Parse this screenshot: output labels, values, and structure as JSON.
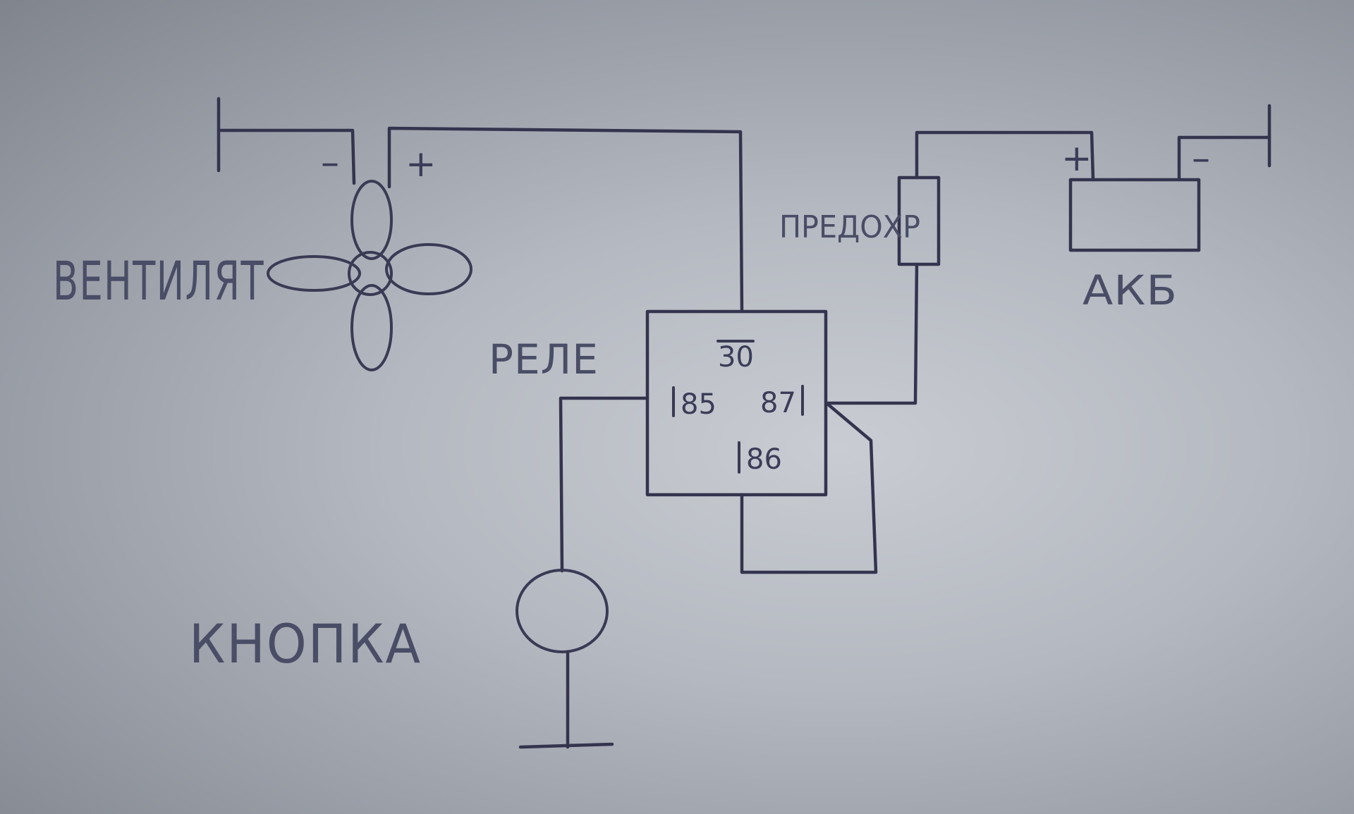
{
  "labels": {
    "fan": "ВЕНТИЛЯТ",
    "relay": "РЕЛЕ",
    "fuse": "ПРЕДОХР",
    "battery": "АКБ",
    "button": "КНОПКА"
  },
  "pins": {
    "p30": "30",
    "p85": "85",
    "p87": "87",
    "p86": "86"
  },
  "polarity": {
    "fan_minus": "–",
    "fan_plus": "+",
    "batt_plus": "+",
    "batt_minus": "–"
  },
  "colors": {
    "ink": "#34344f",
    "paper": "#c9ccd2"
  }
}
